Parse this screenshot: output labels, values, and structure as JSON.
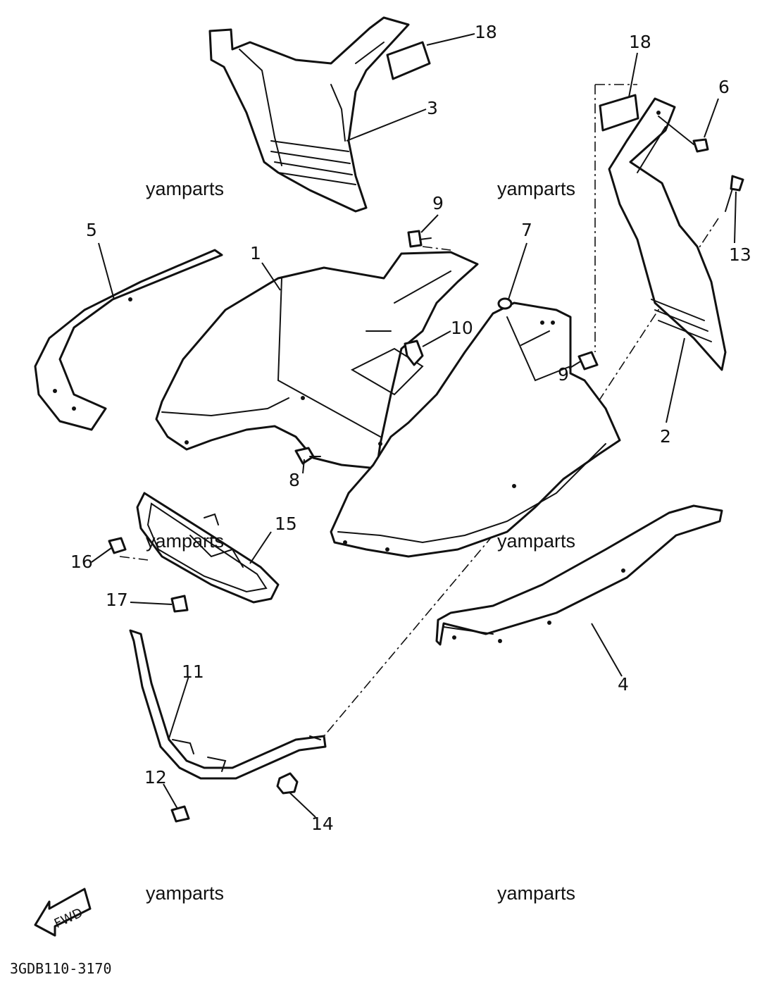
{
  "callouts": {
    "c1": "1",
    "c2": "2",
    "c3": "3",
    "c4": "4",
    "c5": "5",
    "c6": "6",
    "c7": "7",
    "c8": "8",
    "c9a": "9",
    "c9b": "9",
    "c10": "10",
    "c11": "11",
    "c12": "12",
    "c13": "13",
    "c14": "14",
    "c15": "15",
    "c16": "16",
    "c17": "17",
    "c18a": "18",
    "c18b": "18"
  },
  "watermarks": [
    "yamparts",
    "yamparts",
    "yamparts",
    "yamparts",
    "yamparts",
    "yamparts"
  ],
  "fwd_label": "FWD",
  "diagram_code": "3GDB110-3170"
}
